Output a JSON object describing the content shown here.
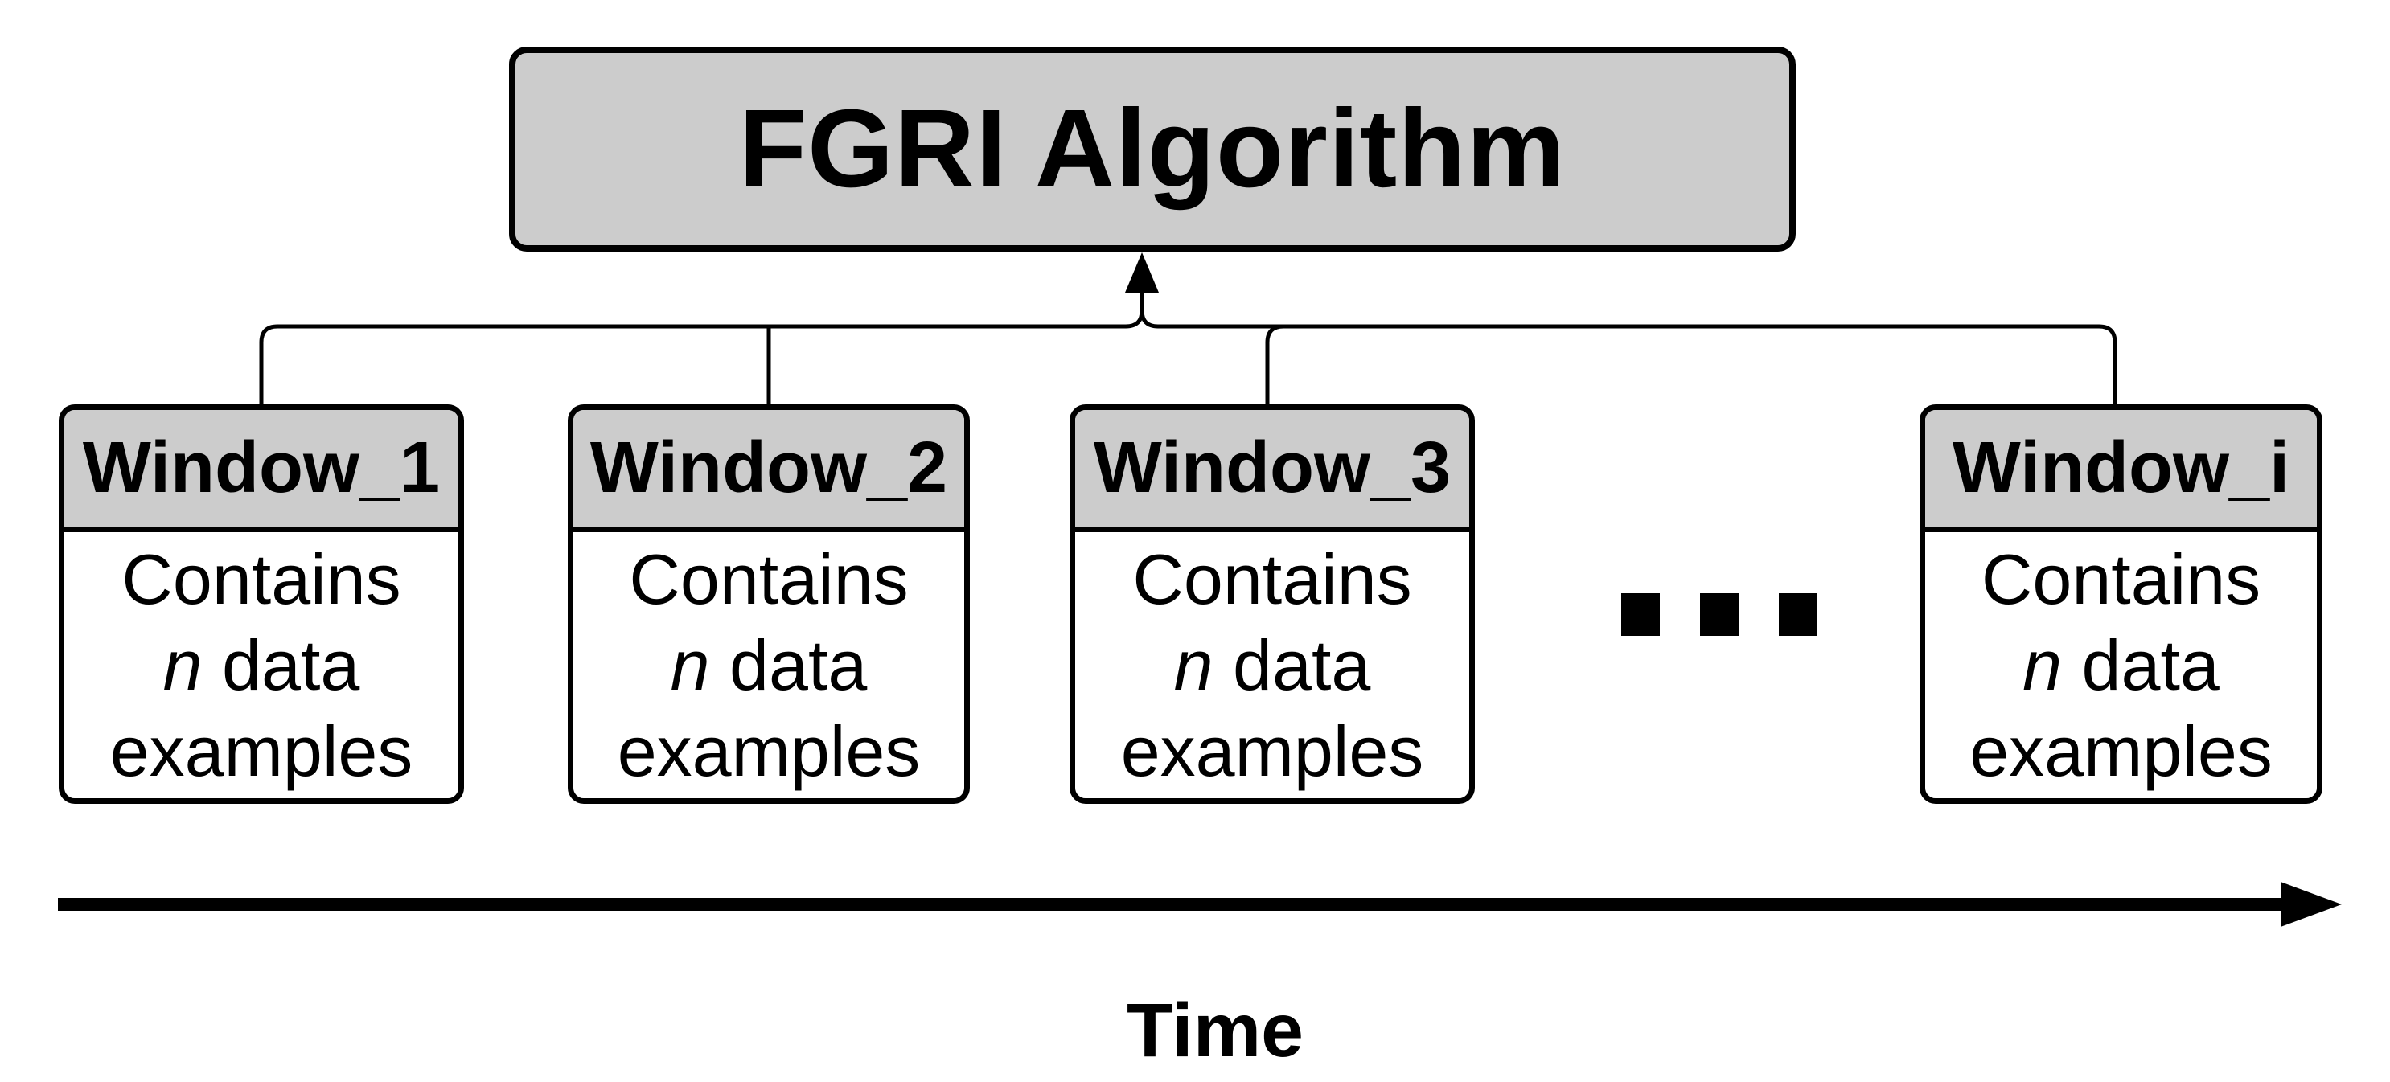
{
  "colors": {
    "box_fill": "#cccccc",
    "line": "#000000",
    "background": "#ffffff",
    "text": "#000000"
  },
  "algorithm_box": {
    "label": "FGRI Algorithm"
  },
  "windows": [
    {
      "title": "Window_1",
      "body": {
        "line1": "Contains",
        "n": "n",
        "line2_rest": " data",
        "line3": "examples"
      }
    },
    {
      "title": "Window_2",
      "body": {
        "line1": "Contains",
        "n": "n",
        "line2_rest": " data",
        "line3": "examples"
      }
    },
    {
      "title": "Window_3",
      "body": {
        "line1": "Contains",
        "n": "n",
        "line2_rest": " data",
        "line3": "examples"
      }
    },
    {
      "title": "Window_i",
      "body": {
        "line1": "Contains",
        "n": "n",
        "line2_rest": " data",
        "line3": "examples"
      }
    }
  ],
  "ellipsis": {
    "dots": 3
  },
  "time_axis": {
    "label": "Time"
  }
}
